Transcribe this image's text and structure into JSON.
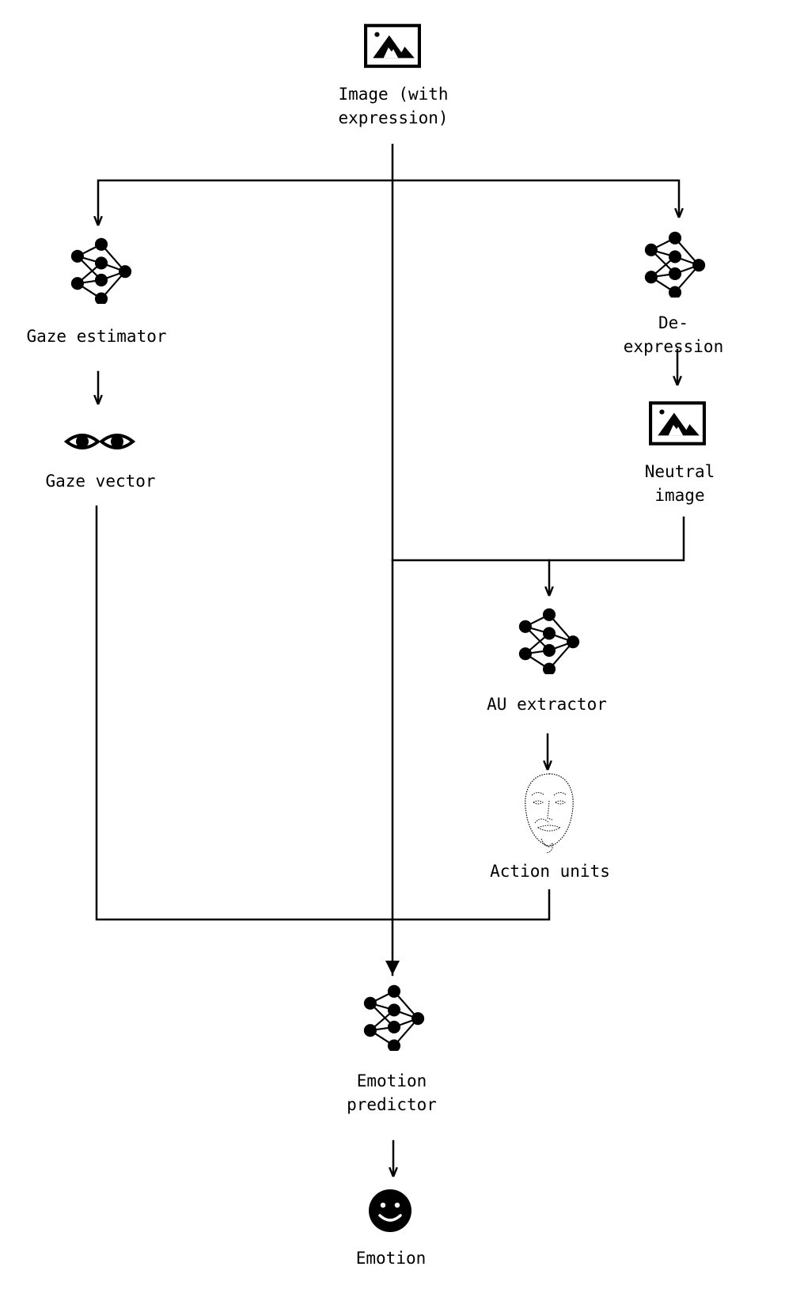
{
  "nodes": {
    "input_image": {
      "label": "Image (with\nexpression)",
      "icon": "image-icon"
    },
    "gaze_estimator": {
      "label": "Gaze estimator",
      "icon": "neural-network-icon"
    },
    "gaze_vector": {
      "label": "Gaze vector",
      "icon": "eyes-icon"
    },
    "de_expression": {
      "label": "De-expression",
      "icon": "neural-network-icon"
    },
    "neutral_image": {
      "label": "Neutral\nimage",
      "icon": "image-icon"
    },
    "au_extractor": {
      "label": "AU extractor",
      "icon": "neural-network-icon"
    },
    "action_units": {
      "label": "Action units",
      "icon": "face-landmarks-icon"
    },
    "emotion_predictor": {
      "label": "Emotion\npredictor",
      "icon": "neural-network-icon"
    },
    "emotion": {
      "label": "Emotion",
      "icon": "smiley-face-icon"
    }
  },
  "edges": [
    {
      "from": "input_image",
      "to": "gaze_estimator"
    },
    {
      "from": "input_image",
      "to": "de_expression"
    },
    {
      "from": "input_image",
      "to": "au_extractor"
    },
    {
      "from": "input_image",
      "to": "emotion_predictor"
    },
    {
      "from": "gaze_estimator",
      "to": "gaze_vector"
    },
    {
      "from": "de_expression",
      "to": "neutral_image"
    },
    {
      "from": "neutral_image",
      "to": "au_extractor"
    },
    {
      "from": "au_extractor",
      "to": "action_units"
    },
    {
      "from": "gaze_vector",
      "to": "emotion_predictor"
    },
    {
      "from": "action_units",
      "to": "emotion_predictor"
    },
    {
      "from": "emotion_predictor",
      "to": "emotion"
    }
  ],
  "colors": {
    "stroke": "#000000",
    "background": "#ffffff"
  }
}
